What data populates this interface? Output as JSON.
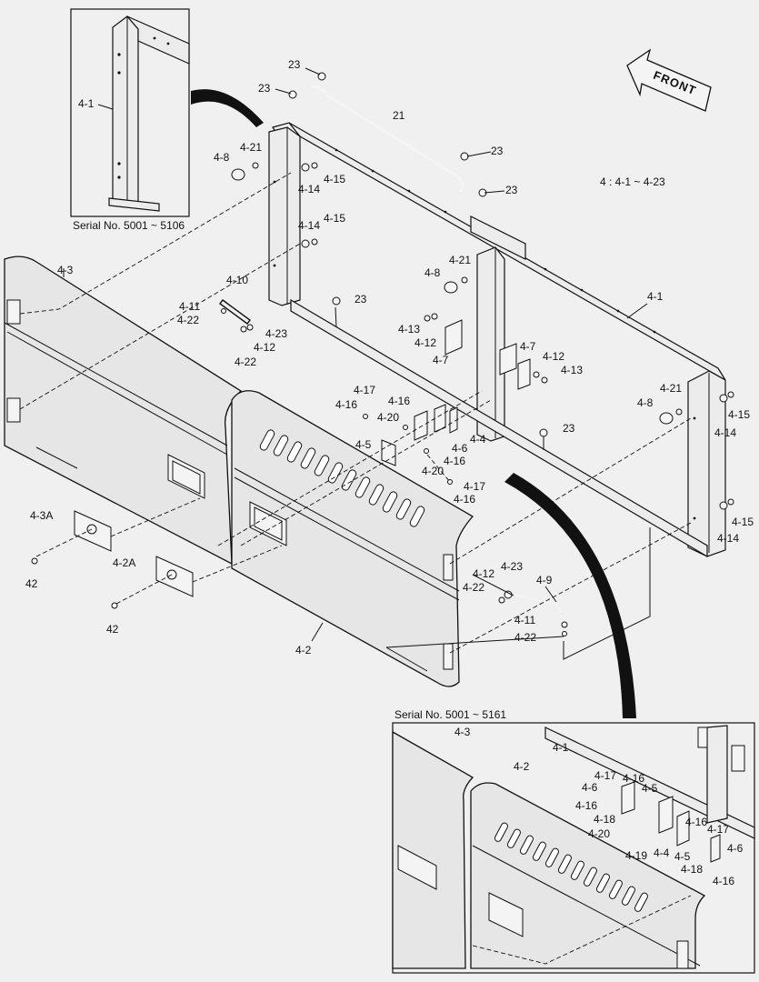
{
  "diagram": {
    "front_label": "FRONT",
    "range_note": "4 : 4-1 ~ 4-23",
    "inset_top_caption": "Serial No. 5001 ~ 5106",
    "inset_bottom_caption": "Serial No. 5001 ~ 5161",
    "callouts": [
      {
        "id": "c01",
        "text": "4-1"
      },
      {
        "id": "c02",
        "text": "23"
      },
      {
        "id": "c03",
        "text": "23"
      },
      {
        "id": "c04",
        "text": "21"
      },
      {
        "id": "c05",
        "text": "23"
      },
      {
        "id": "c06",
        "text": "23"
      },
      {
        "id": "c07",
        "text": "4-21"
      },
      {
        "id": "c08",
        "text": "4-8"
      },
      {
        "id": "c09",
        "text": "4-15"
      },
      {
        "id": "c10",
        "text": "4-14"
      },
      {
        "id": "c11",
        "text": "4-15"
      },
      {
        "id": "c12",
        "text": "4-14"
      },
      {
        "id": "c13",
        "text": "4-3"
      },
      {
        "id": "c14",
        "text": "4-10"
      },
      {
        "id": "c15",
        "text": "4-11"
      },
      {
        "id": "c16",
        "text": "4-22"
      },
      {
        "id": "c17",
        "text": "4-23"
      },
      {
        "id": "c18",
        "text": "4-12"
      },
      {
        "id": "c19",
        "text": "4-22"
      },
      {
        "id": "c20",
        "text": "23"
      },
      {
        "id": "c21",
        "text": "4-21"
      },
      {
        "id": "c22",
        "text": "4-8"
      },
      {
        "id": "c23",
        "text": "4-1"
      },
      {
        "id": "c24",
        "text": "4-13"
      },
      {
        "id": "c25",
        "text": "4-12"
      },
      {
        "id": "c26",
        "text": "4-7"
      },
      {
        "id": "c27",
        "text": "4-7"
      },
      {
        "id": "c28",
        "text": "4-12"
      },
      {
        "id": "c29",
        "text": "4-13"
      },
      {
        "id": "c30",
        "text": "4-21"
      },
      {
        "id": "c31",
        "text": "4-8"
      },
      {
        "id": "c32",
        "text": "4-15"
      },
      {
        "id": "c33",
        "text": "4-14"
      },
      {
        "id": "c34",
        "text": "4-17"
      },
      {
        "id": "c35",
        "text": "4-16"
      },
      {
        "id": "c36",
        "text": "4-16"
      },
      {
        "id": "c37",
        "text": "4-20"
      },
      {
        "id": "c38",
        "text": "4-4"
      },
      {
        "id": "c39",
        "text": "4-6"
      },
      {
        "id": "c40",
        "text": "4-16"
      },
      {
        "id": "c41",
        "text": "4-5"
      },
      {
        "id": "c42",
        "text": "4-20"
      },
      {
        "id": "c43",
        "text": "4-17"
      },
      {
        "id": "c44",
        "text": "4-16"
      },
      {
        "id": "c45",
        "text": "23"
      },
      {
        "id": "c46",
        "text": "4-3A"
      },
      {
        "id": "c47",
        "text": "42"
      },
      {
        "id": "c48",
        "text": "4-2A"
      },
      {
        "id": "c49",
        "text": "42"
      },
      {
        "id": "c50",
        "text": "4-12"
      },
      {
        "id": "c51",
        "text": "4-23"
      },
      {
        "id": "c52",
        "text": "4-9"
      },
      {
        "id": "c53",
        "text": "4-22"
      },
      {
        "id": "c54",
        "text": "4-11"
      },
      {
        "id": "c55",
        "text": "4-22"
      },
      {
        "id": "c56",
        "text": "4-2"
      },
      {
        "id": "c57",
        "text": "4-15"
      },
      {
        "id": "c58",
        "text": "4-14"
      },
      {
        "id": "c59",
        "text": "4-3"
      },
      {
        "id": "c60",
        "text": "4-1"
      },
      {
        "id": "c61",
        "text": "4-2"
      },
      {
        "id": "c62",
        "text": "4-17"
      },
      {
        "id": "c63",
        "text": "4-16"
      },
      {
        "id": "c64",
        "text": "4-6"
      },
      {
        "id": "c65",
        "text": "4-5"
      },
      {
        "id": "c66",
        "text": "4-16"
      },
      {
        "id": "c67",
        "text": "4-18"
      },
      {
        "id": "c68",
        "text": "4-20"
      },
      {
        "id": "c69",
        "text": "4-16"
      },
      {
        "id": "c70",
        "text": "4-17"
      },
      {
        "id": "c71",
        "text": "4-19"
      },
      {
        "id": "c72",
        "text": "4-4"
      },
      {
        "id": "c73",
        "text": "4-5"
      },
      {
        "id": "c74",
        "text": "4-6"
      },
      {
        "id": "c75",
        "text": "4-18"
      },
      {
        "id": "c76",
        "text": "4-16"
      }
    ]
  }
}
